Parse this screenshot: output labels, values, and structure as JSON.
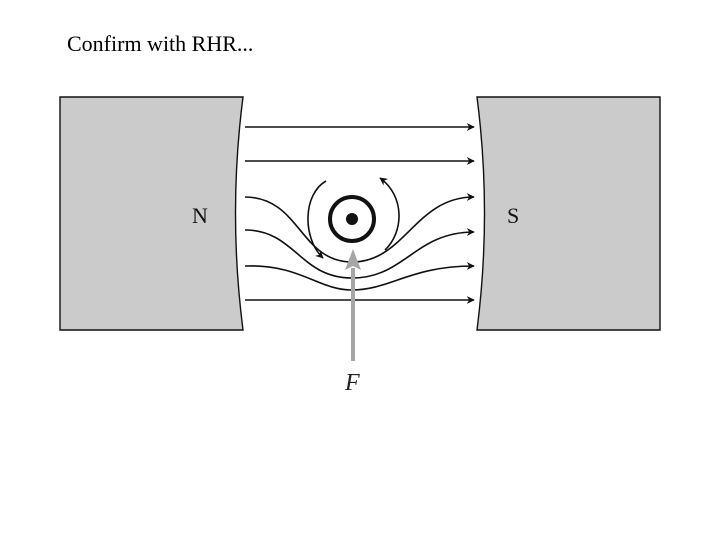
{
  "caption": "Confirm with RHR...",
  "diagram": {
    "north_label": "N",
    "south_label": "S",
    "force_label": "F",
    "pole_fill": "#cbcbcb",
    "line_color": "#111111",
    "force_arrow_color": "#a6a6a6",
    "wire_current": "out-of-page-dot",
    "field_direction": "N-to-S",
    "force_direction": "up"
  }
}
